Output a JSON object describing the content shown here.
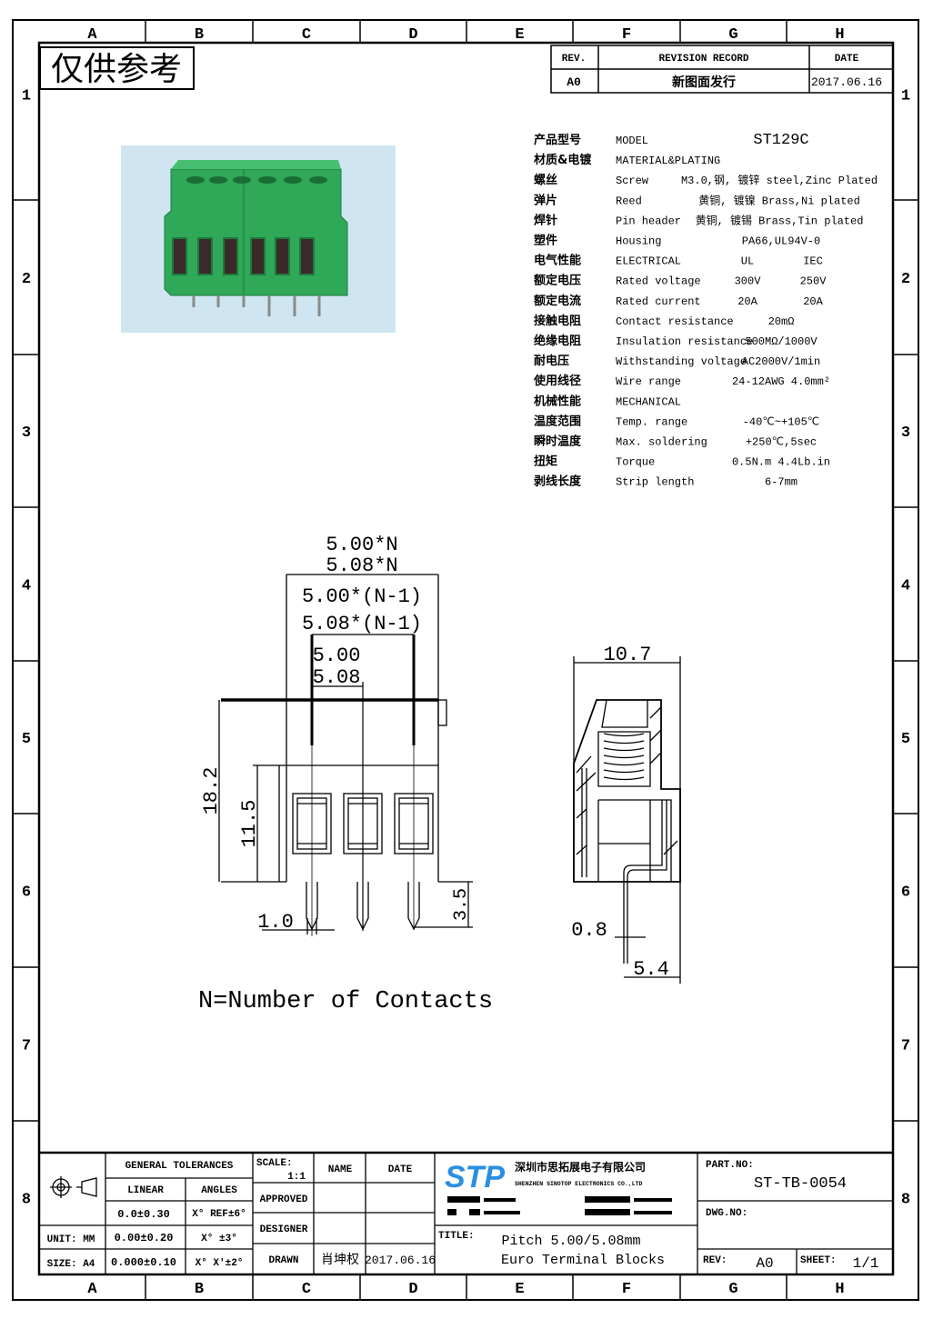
{
  "stamp": "仅供参考",
  "grid": {
    "columns": [
      "A",
      "B",
      "C",
      "D",
      "E",
      "F",
      "G",
      "H"
    ],
    "rows": [
      "1",
      "2",
      "3",
      "4",
      "5",
      "6",
      "7",
      "8"
    ]
  },
  "revision": {
    "rev_header": "REV.",
    "record_header": "REVISION RECORD",
    "date_header": "DATE",
    "rev": "A0",
    "record": "新图面发行",
    "date": "2017.06.16"
  },
  "specs": {
    "rows": [
      {
        "cn": "产品型号",
        "en": "MODEL",
        "value": "ST129C"
      },
      {
        "cn": "材质&电镀",
        "en": "MATERIAL&PLATING",
        "value": ""
      },
      {
        "cn": "螺丝",
        "en": "Screw",
        "value": "M3.0,钢, 镀锌 steel,Zinc Plated"
      },
      {
        "cn": "弹片",
        "en": "Reed",
        "value": "黄铜, 镀镍 Brass,Ni plated"
      },
      {
        "cn": "焊针",
        "en": "Pin header",
        "value": "黄铜, 镀锡 Brass,Tin plated"
      },
      {
        "cn": "塑件",
        "en": "Housing",
        "value": "PA66,UL94V-0"
      },
      {
        "cn": "电气性能",
        "en": "ELECTRICAL",
        "ul": "UL",
        "iec": "IEC"
      },
      {
        "cn": "额定电压",
        "en": "Rated voltage",
        "ul": "300V",
        "iec": "250V"
      },
      {
        "cn": "额定电流",
        "en": "Rated current",
        "ul": "20A",
        "iec": "20A"
      },
      {
        "cn": "接触电阻",
        "en": "Contact resistance",
        "value": "20mΩ"
      },
      {
        "cn": "绝缘电阻",
        "en": "Insulation resistance",
        "value": "500MΩ/1000V"
      },
      {
        "cn": "耐电压",
        "en": "Withstanding voltage",
        "value": "AC2000V/1min"
      },
      {
        "cn": "使用线径",
        "en": "Wire range",
        "value": "24-12AWG 4.0mm²"
      },
      {
        "cn": "机械性能",
        "en": "MECHANICAL",
        "value": ""
      },
      {
        "cn": "温度范围",
        "en": "Temp. range",
        "value": "-40℃~+105℃"
      },
      {
        "cn": "瞬时温度",
        "en": "Max. soldering",
        "value": "+250℃,5sec"
      },
      {
        "cn": "扭矩",
        "en": "Torque",
        "value": "0.5N.m  4.4Lb.in"
      },
      {
        "cn": "剥线长度",
        "en": "Strip length",
        "value": "6-7mm"
      }
    ]
  },
  "dimensions": {
    "overall_a": "5.00*N",
    "overall_b": "5.08*N",
    "span_a": "5.00*(N-1)",
    "span_b": "5.08*(N-1)",
    "pitch_a": "5.00",
    "pitch_b": "5.08",
    "height": "18.2",
    "lower_height": "11.5",
    "pin_length": "3.5",
    "pin_width": "1.0",
    "depth": "10.7",
    "pin_thickness": "0.8",
    "pin_offset": "5.4"
  },
  "note": "N=Number of Contacts",
  "title_block": {
    "general_tolerances": "GENERAL TOLERANCES",
    "linear": "LINEAR",
    "angles": "ANGLES",
    "tol_linear": [
      "0.0±0.30",
      "0.00±0.20",
      "0.000±0.10"
    ],
    "tol_angles": [
      "X° REF±6°",
      "X° ±3°",
      "X° X'±2°"
    ],
    "unit": "UNIT: MM",
    "size": "SIZE: A4",
    "scale_label": "SCALE:",
    "scale": "1:1",
    "name_header": "NAME",
    "date_header": "DATE",
    "approved": "APPROVED",
    "designer": "DESIGNER",
    "drawn": "DRAWN",
    "drawn_name": "肖坤权",
    "drawn_date": "2017.06.16",
    "logo": "STP",
    "company_cn": "深圳市思拓展电子有限公司",
    "company_en": "SHENZHEN SINOTOP ELECTRONICS CO.,LTD",
    "title_label": "TITLE:",
    "title_line1": "Pitch 5.00/5.08mm",
    "title_line2": "Euro Terminal Blocks",
    "part_no_label": "PART.NO:",
    "part_no": "ST-TB-0054",
    "dwg_no_label": "DWG.NO:",
    "rev_label": "REV:",
    "rev": "A0",
    "sheet_label": "SHEET:",
    "sheet": "1/1"
  },
  "colors": {
    "housing_green": "#2fa858",
    "photo_bg": "#cfe6f2",
    "logo_blue": "#2a8fe0"
  }
}
